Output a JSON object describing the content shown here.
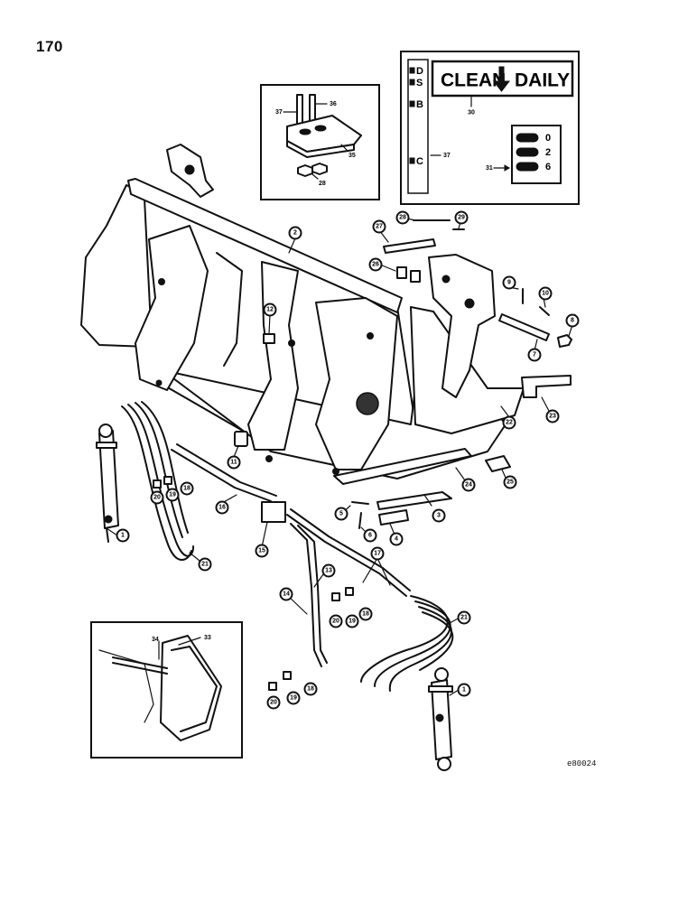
{
  "page": {
    "number": "170",
    "ref_code": "e80024"
  },
  "decal": {
    "title_left": "CLEAN",
    "title_right": "DAILY",
    "tags": [
      "D",
      "S",
      "B",
      "C"
    ],
    "part_30": "30",
    "part_31": "31",
    "part_37": "37",
    "gauge_values": [
      "0",
      "2",
      "6"
    ]
  },
  "callouts": {
    "c1a": "1",
    "c1b": "1",
    "c2": "2",
    "c3": "3",
    "c4": "4",
    "c5": "5",
    "c6": "6",
    "c7": "7",
    "c8": "8",
    "c9": "9",
    "c10": "10",
    "c11": "11",
    "c12": "12",
    "c13": "13",
    "c14": "14",
    "c15": "15",
    "c16": "16",
    "c17": "17",
    "c18a": "18",
    "c18b": "18",
    "c18c": "18",
    "c19a": "19",
    "c19b": "19",
    "c19c": "19",
    "c20a": "20",
    "c20b": "20",
    "c20c": "20",
    "c21a": "21",
    "c21b": "21",
    "c22": "22",
    "c23": "23",
    "c24": "24",
    "c25": "25",
    "c26": "26",
    "c27": "27",
    "c28": "28",
    "c29": "29",
    "i35": "35",
    "i36": "36",
    "i37": "37",
    "i28": "28",
    "i33": "33",
    "i34": "34"
  }
}
